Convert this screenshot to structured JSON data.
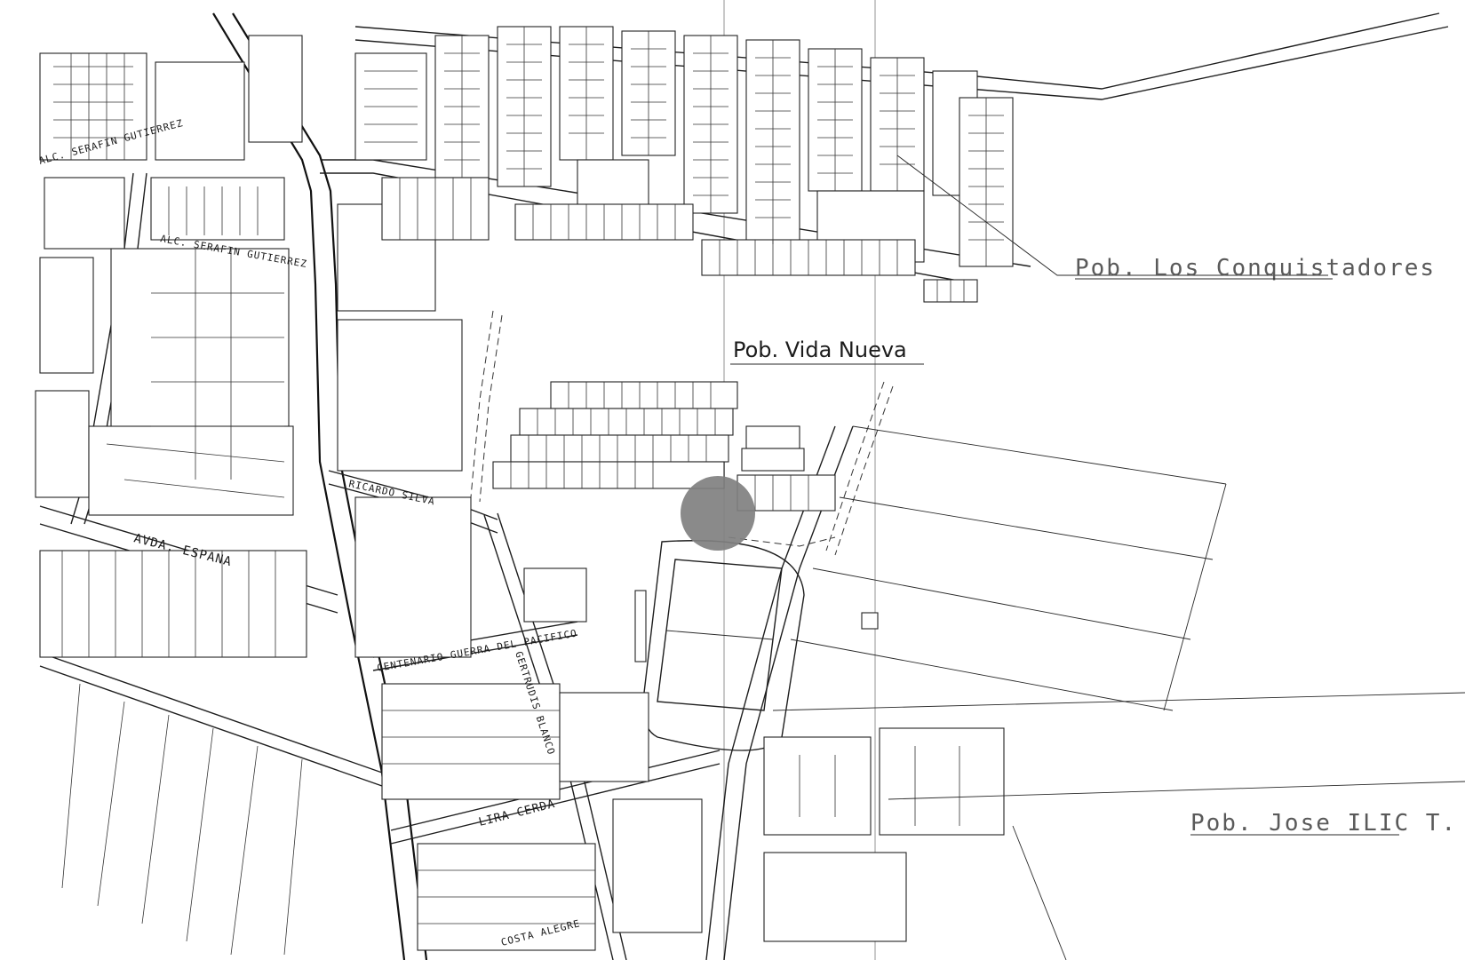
{
  "map": {
    "labels": {
      "los_conquistadores": "Pob. Los Conquistadores",
      "vida_nueva": "Pob. Vida Nueva",
      "jose_ilic": "Pob. Jose ILIC T."
    },
    "streets": {
      "serafin_1": "ALC. SERAFIN GUTIERREZ",
      "serafin_2": "ALC. SERAFIN GUTIERREZ",
      "avda_espana": "AVDA. ESPANA",
      "ricardo_silva": "RICARDO SILVA",
      "centenario": "CENTENARIO GUERRA DEL PACIFICO",
      "gertrudis": "GERTRUDIS BLANCO",
      "lira": "LIRA CERDA",
      "costa": "COSTA ALEGRE"
    },
    "marker": {
      "icon": "location-circle-icon",
      "color": "#808080"
    },
    "colors": {
      "ink": "#1e1e1e",
      "paper": "#ffffff",
      "marker": "#808080"
    }
  }
}
